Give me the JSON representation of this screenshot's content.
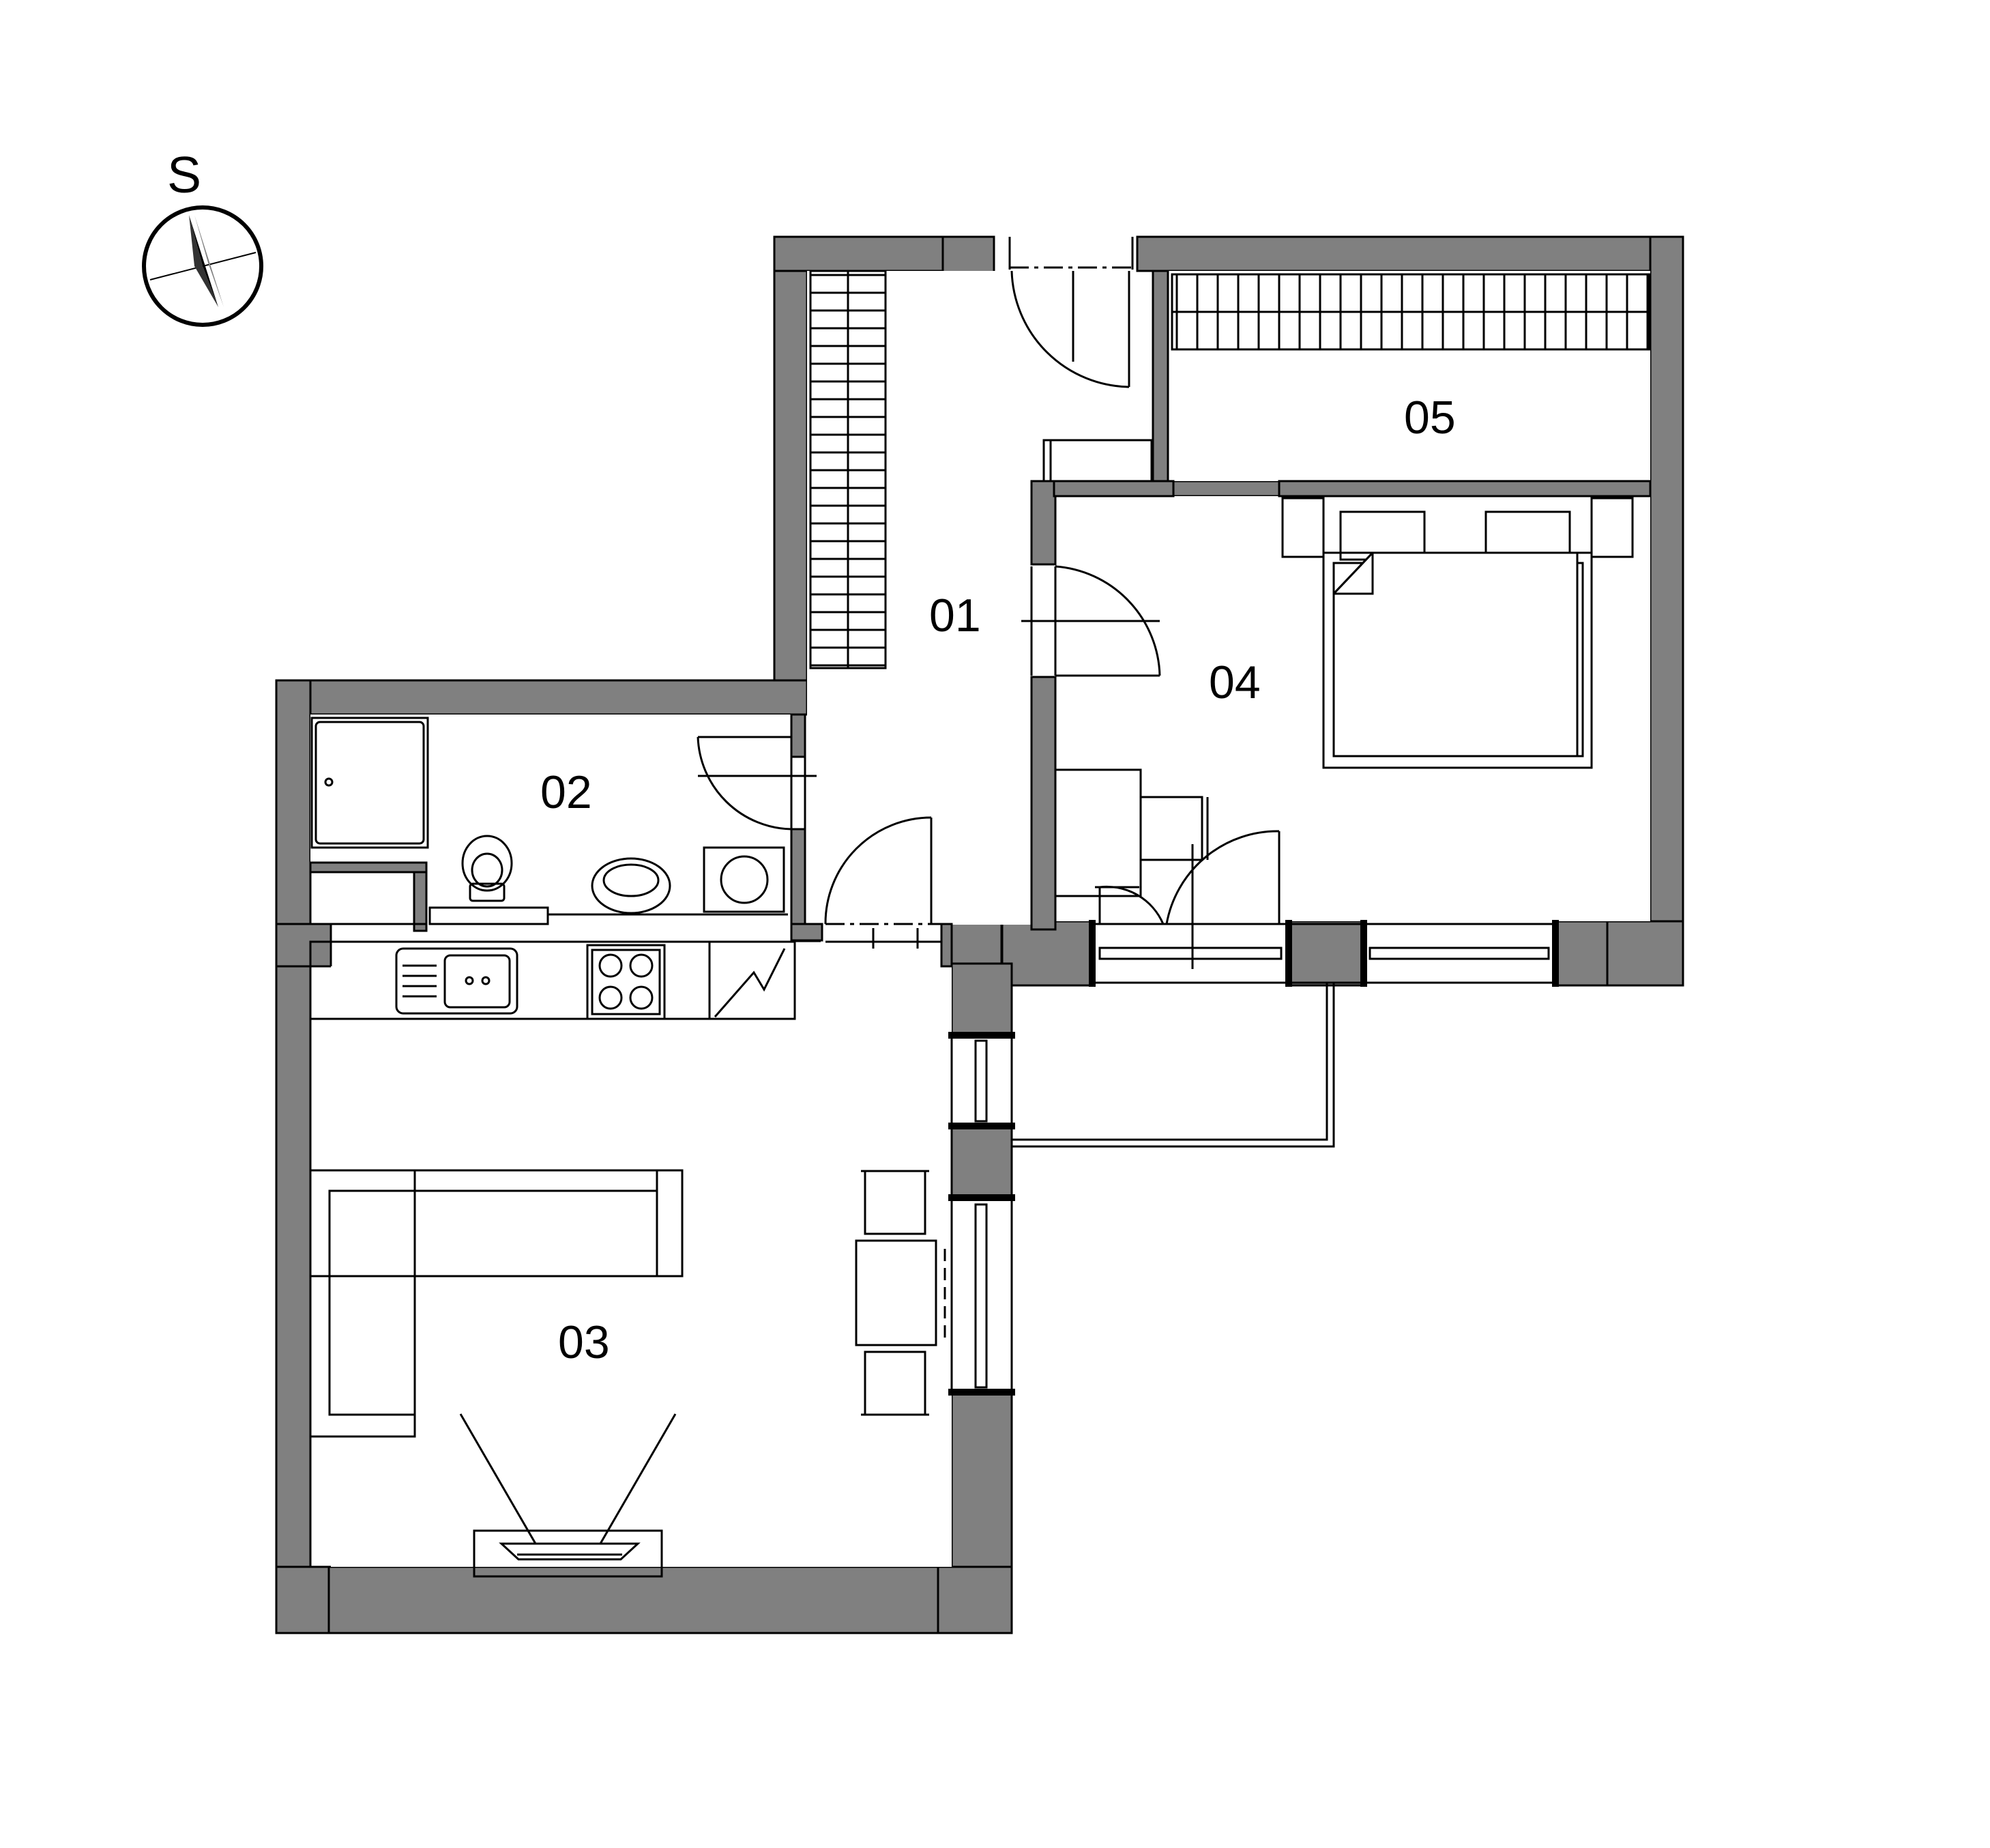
{
  "compass": {
    "label": "S"
  },
  "rooms": [
    {
      "id": "01",
      "label": "01"
    },
    {
      "id": "02",
      "label": "02"
    },
    {
      "id": "03",
      "label": "03"
    },
    {
      "id": "04",
      "label": "04"
    },
    {
      "id": "05",
      "label": "05"
    }
  ],
  "colors": {
    "wall": "#808080",
    "line": "#000000",
    "background": "#ffffff"
  }
}
